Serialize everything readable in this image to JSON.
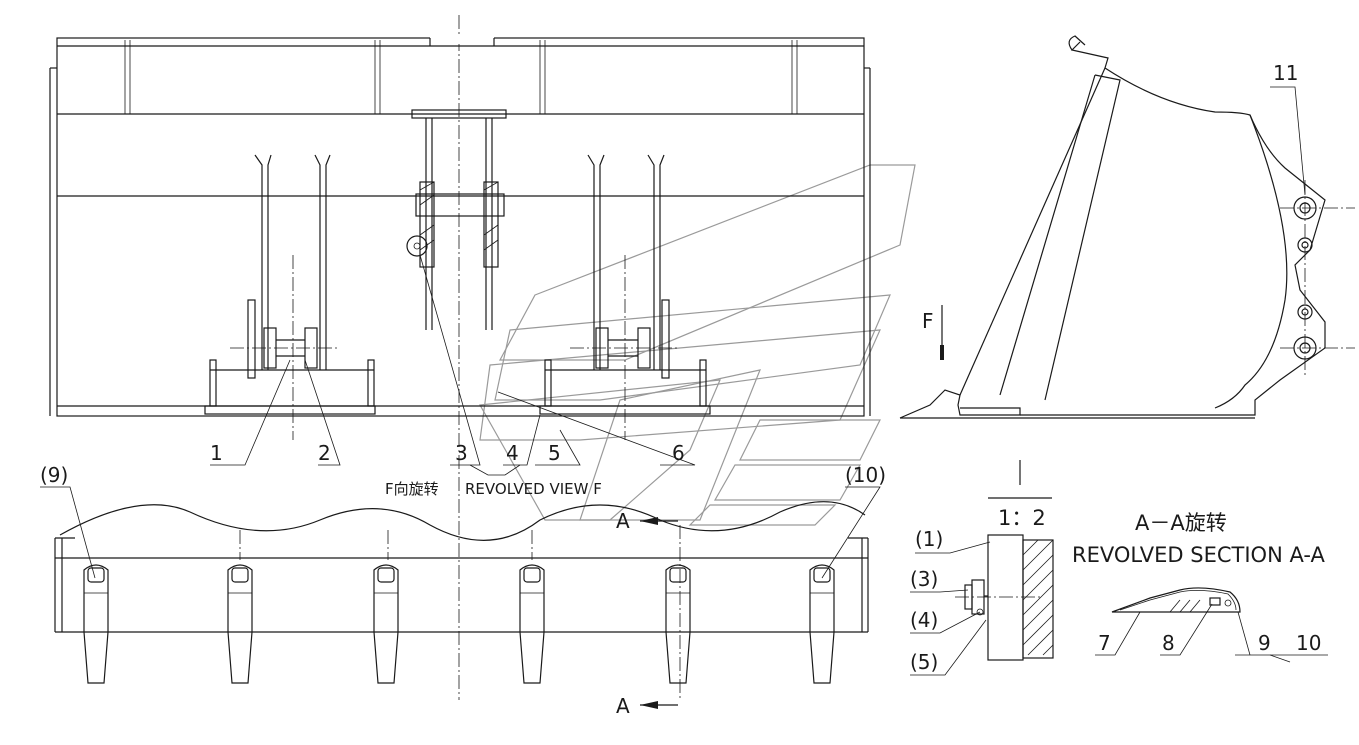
{
  "callouts_top": [
    "1",
    "2",
    "3",
    "4",
    "5",
    "6"
  ],
  "callout_side": "11",
  "view_f": {
    "arrow_label": "F",
    "title_cn": "F向旋转",
    "title_en": "REVOLVED VIEW F"
  },
  "section_arrow_label": "A",
  "front_callouts": {
    "left": "(9)",
    "right": "(10)"
  },
  "detail": {
    "label": "I",
    "scale": "1：2",
    "callouts": [
      "(1)",
      "(3)",
      "(4)",
      "(5)"
    ]
  },
  "section_a": {
    "title_cn": "A－A旋转",
    "title_en": "REVOLVED SECTION A-A",
    "callouts": [
      "7",
      "8",
      "9",
      "10"
    ]
  },
  "colors": {
    "line": "#1a1a1a",
    "watermark": "#9a9a9a",
    "background": "#ffffff"
  }
}
